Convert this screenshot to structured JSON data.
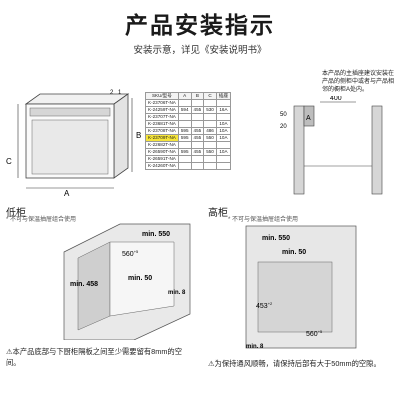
{
  "title": "产品安装指示",
  "subtitle": "安装示意，详见《安装说明书》",
  "top_note": "本产品的主插座建议安装在产品的侧柜中或者与产品相邻的橱柜A处内。",
  "dims": {
    "a": "A",
    "b": "B",
    "c": "C",
    "d1": "2",
    "d2": "1"
  },
  "table": {
    "headers": [
      "SKU/型号",
      "A",
      "B",
      "C",
      "插座"
    ],
    "rows": [
      {
        "model": "K-23706T-NA",
        "a": "",
        "b": "",
        "c": "",
        "socket": ""
      },
      {
        "model": "K-24259T-NA",
        "a": "594",
        "b": "455",
        "c": "530",
        "socket": "16A"
      },
      {
        "model": "K-23707T-NA",
        "a": "",
        "b": "",
        "c": "",
        "socket": ""
      },
      {
        "model": "K-23681T-NA",
        "a": "",
        "b": "",
        "c": "",
        "socket": "10A"
      },
      {
        "model": "K-23708T-NA",
        "a": "595",
        "b": "455",
        "c": "486",
        "socket": "10A"
      },
      {
        "model": "K-23709T-NA",
        "a": "595",
        "b": "455",
        "c": "550",
        "socket": "10A"
      },
      {
        "model": "K-22682T-NA",
        "a": "",
        "b": "",
        "c": "",
        "socket": ""
      },
      {
        "model": "K-26590T-NA",
        "a": "595",
        "b": "455",
        "c": "550",
        "socket": "10A"
      },
      {
        "model": "K-26591T-NA",
        "a": "",
        "b": "",
        "c": "",
        "socket": ""
      },
      {
        "model": "K-24260T-NA",
        "a": "",
        "b": "",
        "c": "",
        "socket": ""
      }
    ],
    "highlight_row": 5
  },
  "side_view": {
    "w400": "400",
    "h50": "50",
    "h20": "20",
    "a": "A"
  },
  "low": {
    "title": "低柜",
    "note": "* 不可与保温抽屉组合使用",
    "min550": "min. 550",
    "w560": "560",
    "w560_sup": "+5",
    "min50": "min. 50",
    "min458": "min. 458",
    "min8": "min. 8"
  },
  "high": {
    "title": "高柜",
    "note": "* 不可与保温抽屉组合使用",
    "min550": "min. 550",
    "min50": "min. 50",
    "h453": "453",
    "h453_sup": "+2",
    "w560": "560",
    "w560_sup": "+5",
    "min8": "min. 8"
  },
  "warn_low": "⚠本产品底部与下厨柜隔板之间至少需要留有8mm的空间。",
  "warn_high": "⚠为保持通风顺畅，请保持后部有大于50mm的空隙。",
  "colors": {
    "highlight": "#f6e53a",
    "arrow": "#333333"
  }
}
